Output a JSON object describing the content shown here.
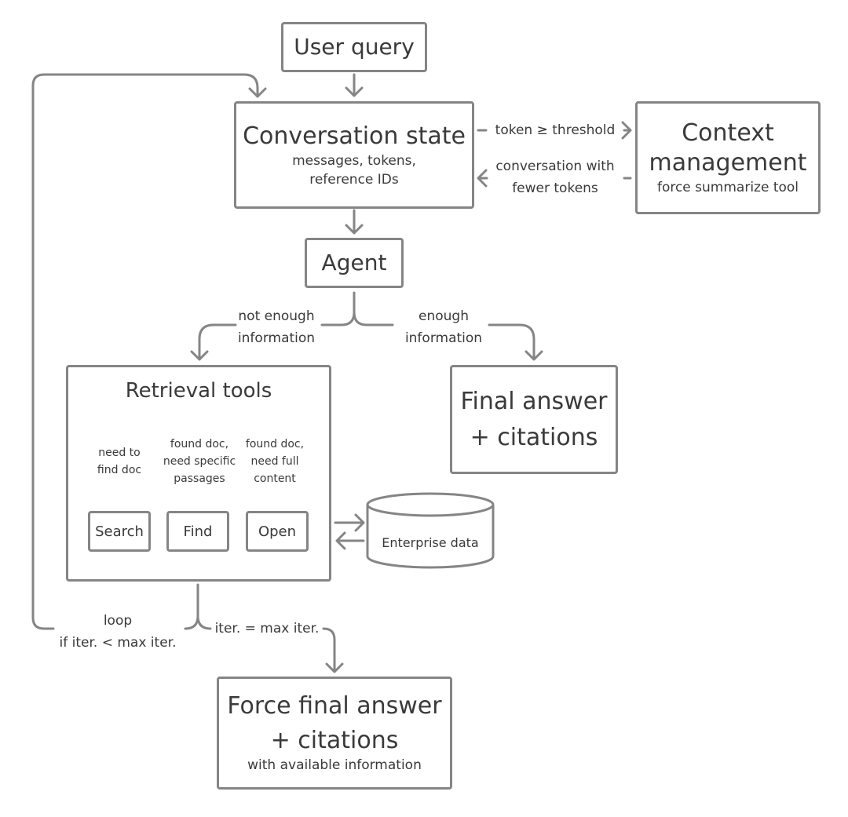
{
  "nodes": {
    "user_query": {
      "title": "User query"
    },
    "conversation_state": {
      "title": "Conversation state",
      "subtitle_line1": "messages, tokens,",
      "subtitle_line2": "reference IDs"
    },
    "context_management": {
      "title_line1": "Context",
      "title_line2": "management",
      "subtitle": "force summarize tool"
    },
    "agent": {
      "title": "Agent"
    },
    "retrieval_tools": {
      "title": "Retrieval tools"
    },
    "final_answer": {
      "title_line1": "Final answer",
      "title_line2": "+ citations"
    },
    "force_final_answer": {
      "title_line1": "Force final answer",
      "title_line2": "+ citations",
      "subtitle": "with available information"
    },
    "enterprise_data": {
      "label": "Enterprise data"
    }
  },
  "tools": {
    "search": {
      "label": "Search",
      "condition_line1": "need to",
      "condition_line2": "find doc"
    },
    "find": {
      "label": "Find",
      "condition_line1": "found doc,",
      "condition_line2": "need specific",
      "condition_line3": "passages"
    },
    "open": {
      "label": "Open",
      "condition_line1": "found doc,",
      "condition_line2": "need full",
      "condition_line3": "content"
    }
  },
  "edges": {
    "token_threshold": "token ≥ threshold",
    "fewer_tokens_line1": "conversation with",
    "fewer_tokens_line2": "fewer tokens",
    "not_enough_line1": "not enough",
    "not_enough_line2": "information",
    "enough_line1": "enough",
    "enough_line2": "information",
    "loop_line1": "loop",
    "loop_line2": "if iter. < max iter.",
    "max_iter": "iter. = max iter."
  },
  "colors": {
    "stroke": "#858585",
    "text": "#3a3a3a",
    "background": "#ffffff"
  }
}
